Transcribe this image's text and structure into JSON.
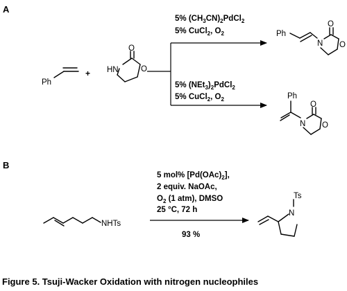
{
  "panel_a": {
    "label": "A",
    "reactant_styrene_ph": "Ph",
    "plus": "+",
    "oxazolidinone_nh": "HN",
    "oxazolidinone_carbonyl_o": "O",
    "oxazolidinone_ring_o": "O",
    "upper_conditions": {
      "line1_prefix": "5% (CH",
      "line1_sub1": "3",
      "line1_mid": "CN)",
      "line1_sub2": "2",
      "line1_suffix": "PdCl",
      "line1_sub3": "2",
      "line2_prefix": "5% CuCl",
      "line2_sub1": "2",
      "line2_mid": ", O",
      "line2_sub2": "2"
    },
    "lower_conditions": {
      "line1_prefix": "5% (NEt",
      "line1_sub1": "3",
      "line1_mid": ")",
      "line1_sub2": "2",
      "line1_suffix": "PdCl",
      "line1_sub3": "2",
      "line2_prefix": "5% CuCl",
      "line2_sub1": "2",
      "line2_mid": ", O",
      "line2_sub2": "2"
    },
    "upper_product": {
      "ph": "Ph",
      "n": "N",
      "carbonyl_o": "O",
      "ring_o": "O"
    },
    "lower_product": {
      "ph": "Ph",
      "n": "N",
      "carbonyl_o": "O",
      "ring_o": "O"
    }
  },
  "panel_b": {
    "label": "B",
    "substrate_nhts": "NHTs",
    "conditions": {
      "line1_prefix": "5 mol% [Pd(OAc)",
      "line1_sub": "2",
      "line1_suffix": "],",
      "line2": "2 equiv. NaOAc,",
      "line3_prefix": "O",
      "line3_sub": "2",
      "line3_suffix": " (1 atm), DMSO",
      "line4": "25 °C, 72 h"
    },
    "yield": "93 %",
    "product_ts": "Ts",
    "product_n": "N"
  },
  "caption": "Figure 5. Tsuji-Wacker Oxidation with nitrogen nucleophiles"
}
